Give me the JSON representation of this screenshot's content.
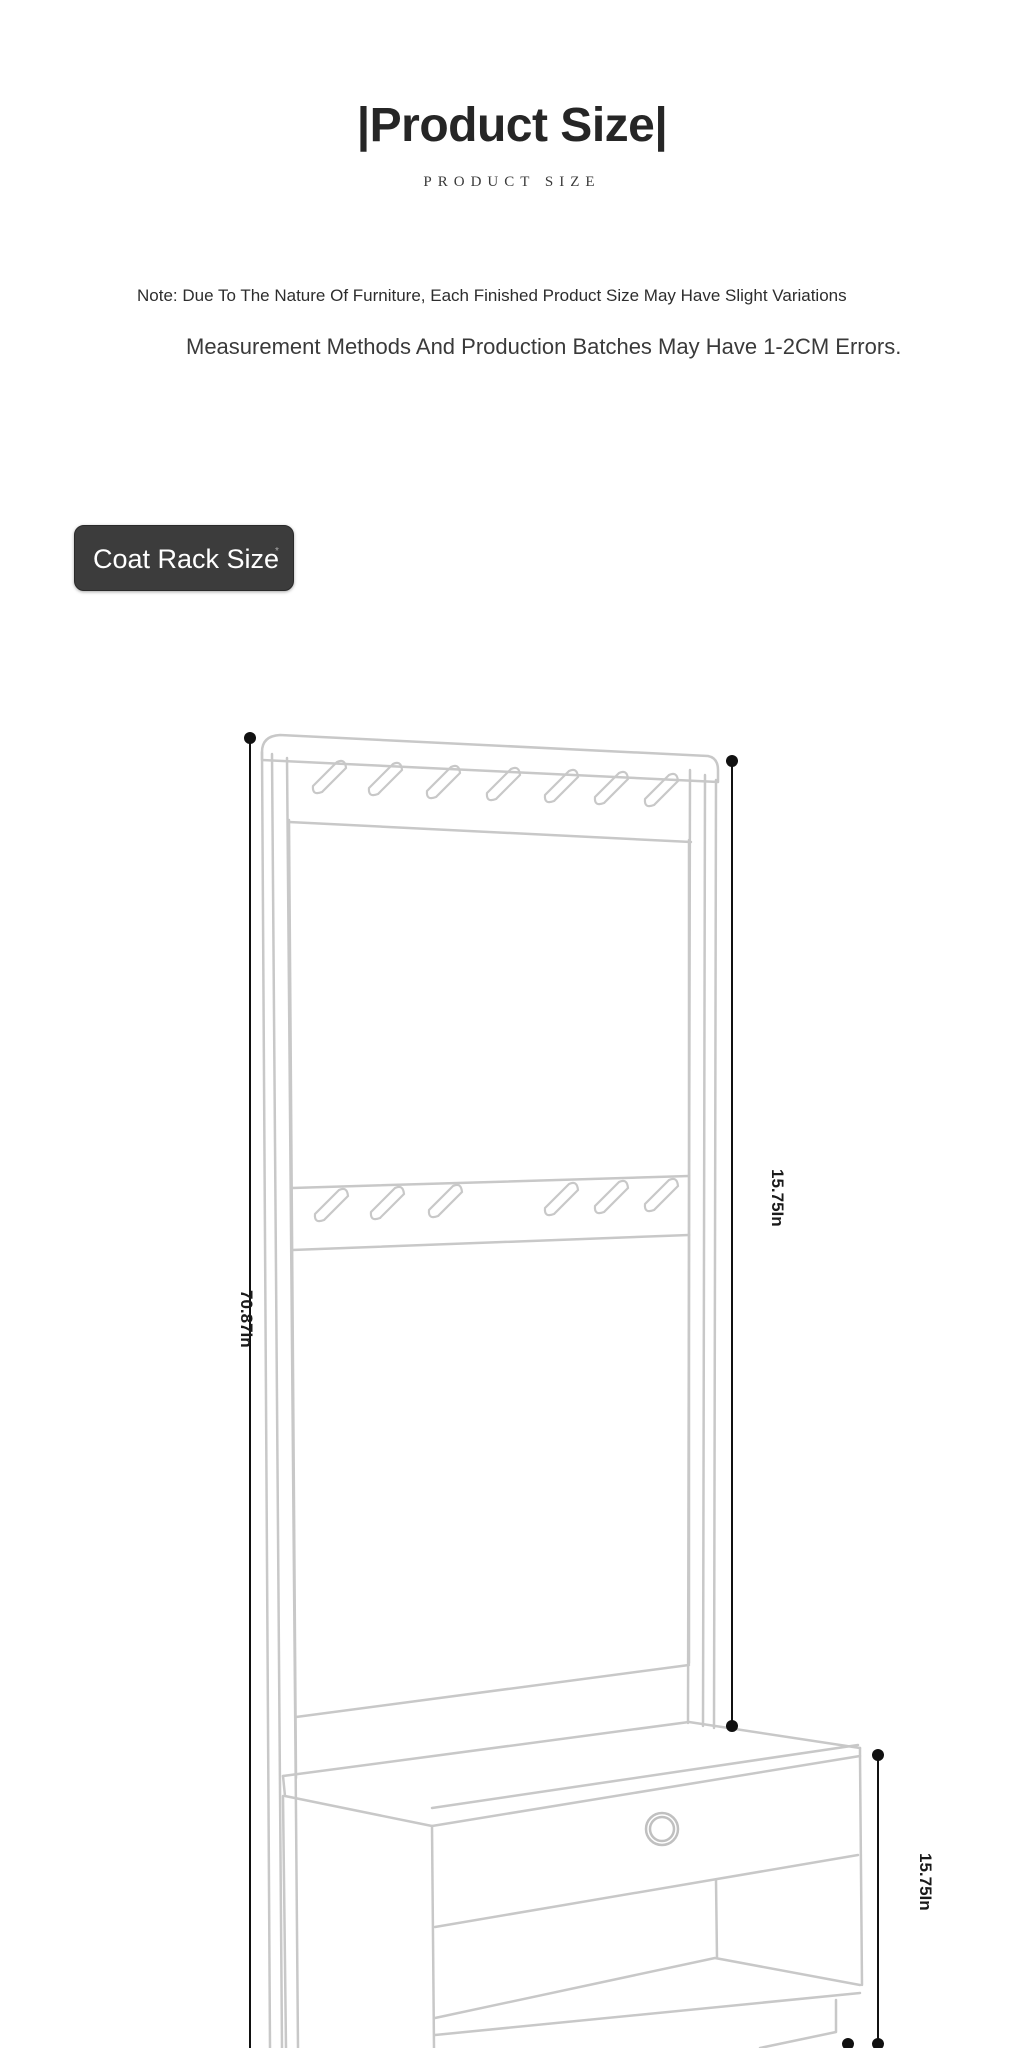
{
  "header": {
    "title": "|Product Size|",
    "subtitle": "PRODUCT SIZE"
  },
  "notes": {
    "line1": "Note: Due To The Nature Of Furniture, Each Finished Product Size May Have Slight Variations",
    "line2": "Measurement Methods And Production Batches May Have 1-2CM Errors."
  },
  "section": {
    "label": "Coat Rack Size",
    "mark": "*"
  },
  "dimensions": {
    "overall_height": "70.87In",
    "upper_section_height": "15.75In",
    "bench_height": "15.75In"
  },
  "colors": {
    "tag_background": "#3c3c3c",
    "outline": "#c8c8c8",
    "dimension_line": "#111111"
  }
}
